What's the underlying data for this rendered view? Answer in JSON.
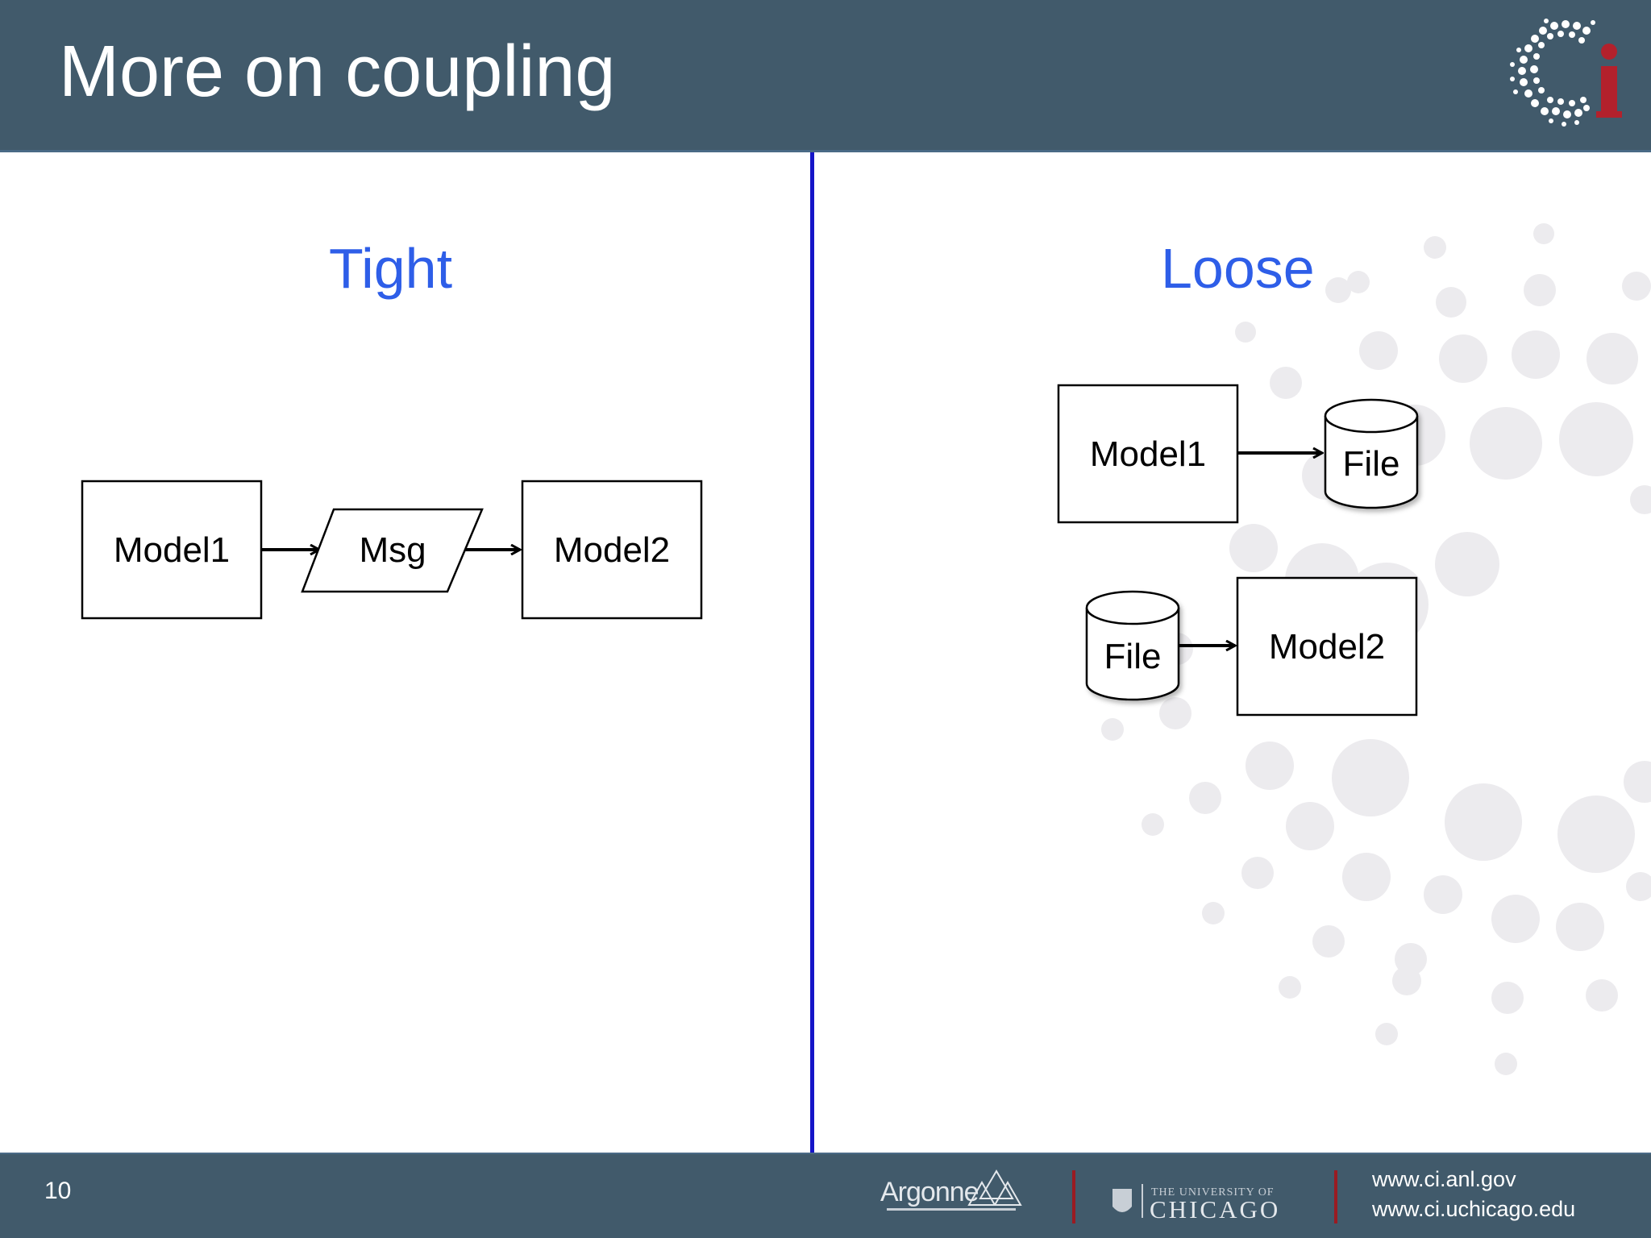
{
  "slide": {
    "title": "More on coupling",
    "page_number": "10"
  },
  "tight": {
    "heading": "Tight",
    "model1": "Model1",
    "msg": "Msg",
    "model2": "Model2"
  },
  "loose": {
    "heading": "Loose",
    "model1": "Model1",
    "file_top": "File",
    "file_bottom": "File",
    "model2": "Model2"
  },
  "footer": {
    "argonne": "Argonne",
    "chicago_small": "THE UNIVERSITY OF",
    "chicago_big": "CHICAGO",
    "url1": "www.ci.anl.gov",
    "url2": "www.ci.uchicago.edu"
  },
  "colors": {
    "header_bg": "#415a6b",
    "heading_blue": "#2e5ee8",
    "divider_blue": "#1515c8",
    "accent_red": "#9a1b22"
  }
}
